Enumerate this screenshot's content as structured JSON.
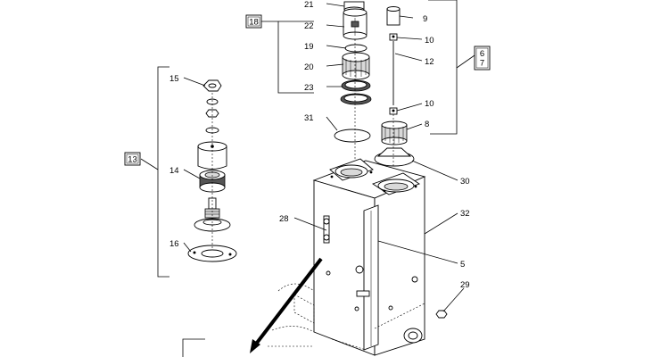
{
  "callouts": {
    "c21": "21",
    "c22": "22",
    "c19": "19",
    "c20": "20",
    "c23": "23",
    "c31": "31",
    "c9": "9",
    "c10a": "10",
    "c12": "12",
    "c10b": "10",
    "c8": "8",
    "c30": "30",
    "c32": "32",
    "c5": "5",
    "c28": "28",
    "c29": "29",
    "c15": "15",
    "c14": "14",
    "c16": "16"
  },
  "ref_boxes": {
    "box18": "18",
    "box13": "13",
    "box6": "6",
    "box7": "7"
  }
}
